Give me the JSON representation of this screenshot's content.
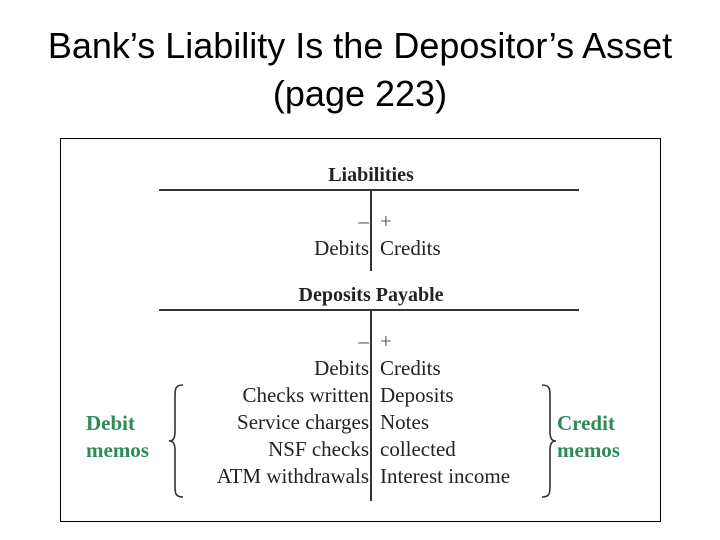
{
  "slide": {
    "title_line1": "Bank’s Liability Is the Depositor’s Asset",
    "title_line2": "(page 223)"
  },
  "liabilities": {
    "title": "Liabilities",
    "minus": "–",
    "plus": "+",
    "debits": "Debits",
    "credits": "Credits"
  },
  "deposits_payable": {
    "title": "Deposits Payable",
    "minus": "–",
    "plus": "+",
    "debits": "Debits",
    "credits": "Credits",
    "debit_items": [
      "Checks written",
      "Service charges",
      "NSF checks",
      "ATM withdrawals"
    ],
    "credit_items": [
      "Deposits",
      "Notes",
      "collected",
      "Interest income"
    ]
  },
  "memos": {
    "debit_line1": "Debit",
    "debit_line2": "memos",
    "credit_line1": "Credit",
    "credit_line2": "memos"
  },
  "colors": {
    "memo_accent": "#2e8b57",
    "rule_lines": "#333333"
  }
}
